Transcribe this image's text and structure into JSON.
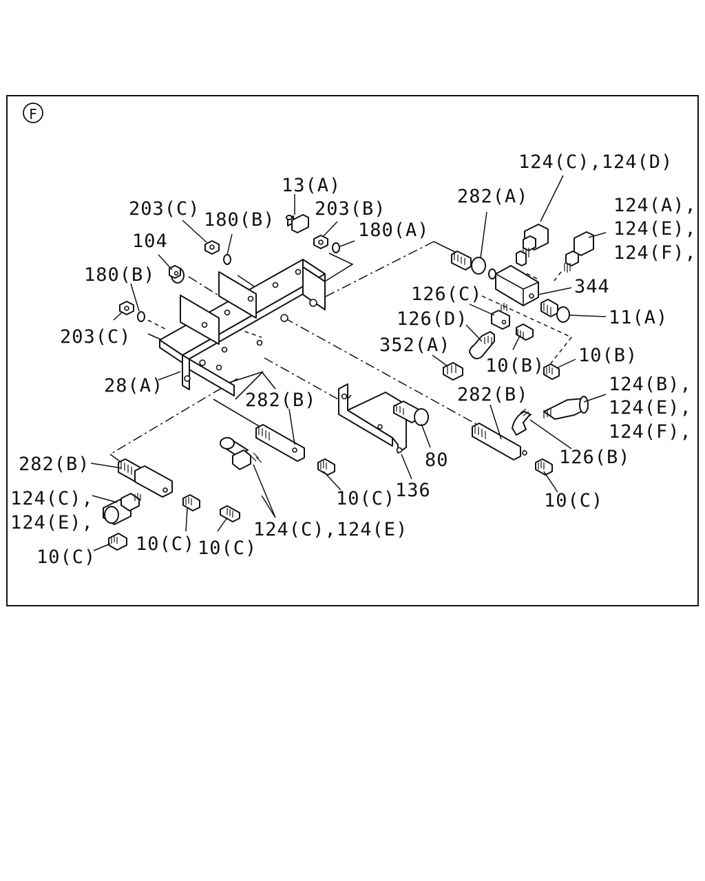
{
  "view_marker": "F",
  "labels": [
    "124(C),124(D)",
    "282(A)",
    "124(A),",
    "124(E),",
    "124(F),",
    "13(A)",
    "203(C)",
    "180(B)",
    "203(B)",
    "180(A)",
    "104",
    "344",
    "126(C)",
    "180(B)",
    "11(A)",
    "126(D)",
    "203(C)",
    "352(A)",
    "10(B)",
    "10(B)",
    "28(A)",
    "282(B)",
    "124(B),",
    "282(B)",
    "124(E),",
    "124(F),",
    "80",
    "126(B)",
    "282(B)",
    "136",
    "10(C)",
    "124(C),",
    "10(C)",
    "124(E),",
    "124(C),124(E)",
    "10(C)",
    "10(C)",
    "10(C)"
  ]
}
